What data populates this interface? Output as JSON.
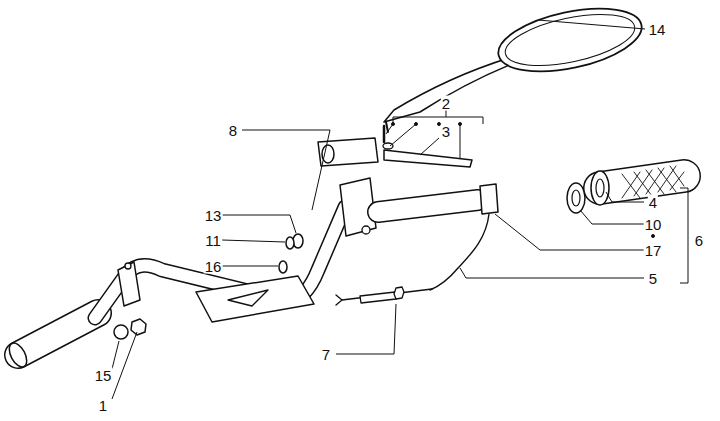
{
  "diagram": {
    "labels": [
      "14",
      "2",
      "8",
      "3",
      "13",
      "4",
      "11",
      "10",
      "6",
      "16",
      "17",
      "5",
      "15",
      "7",
      "1"
    ]
  }
}
